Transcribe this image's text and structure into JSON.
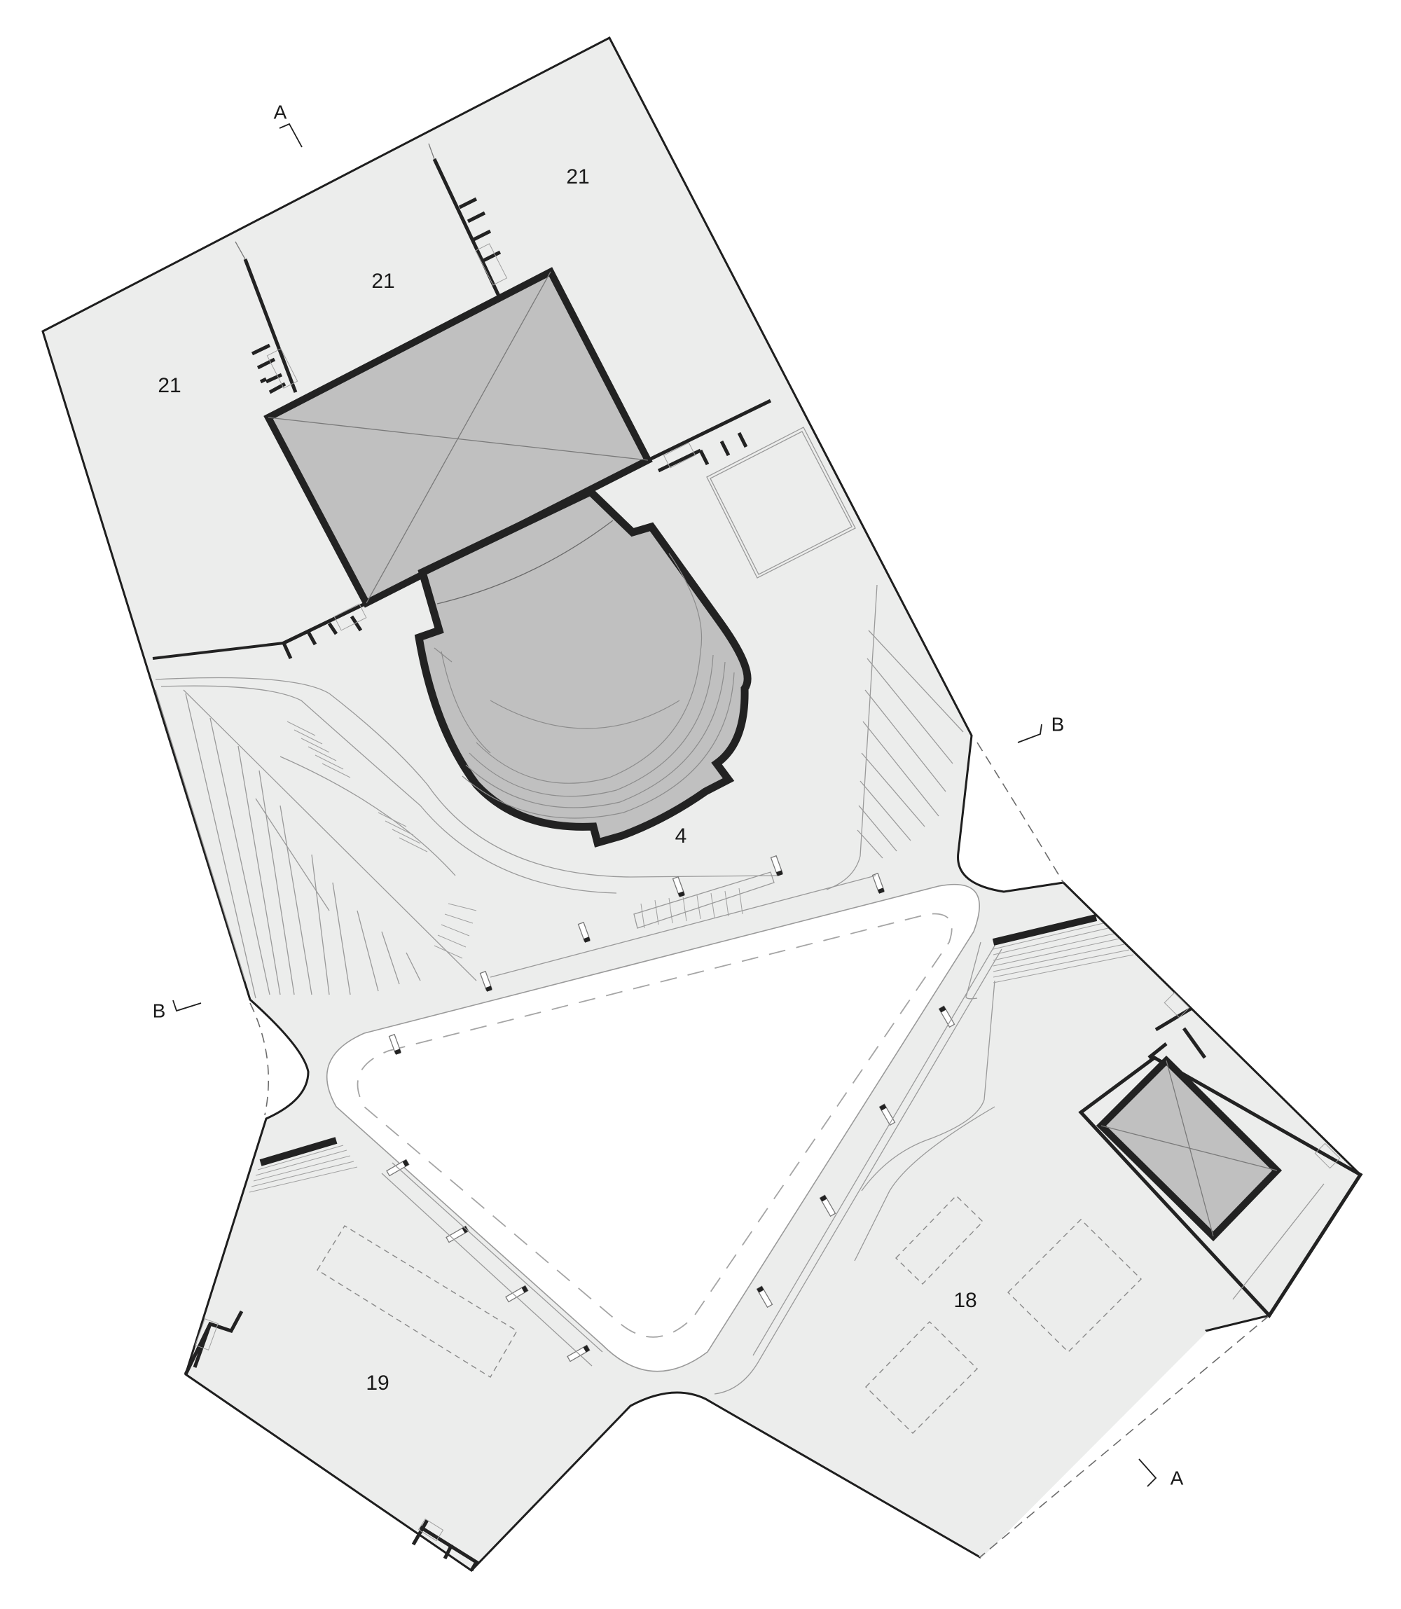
{
  "drawing": {
    "type": "site-plan",
    "background": "#ffffff",
    "colors": {
      "site_fill": "#ecedec",
      "building_fill": "#c0c0c0",
      "wall": "#222222",
      "road": "#ffffff",
      "linework": "#9a9a9a"
    }
  },
  "zones": {
    "z21_left": "21",
    "z21_middle": "21",
    "z21_right": "21",
    "z4": "4",
    "z18": "18",
    "z19": "19"
  },
  "section_marks": {
    "a_top": "A",
    "a_bottom": "A",
    "b_left": "B",
    "b_right": "B"
  }
}
